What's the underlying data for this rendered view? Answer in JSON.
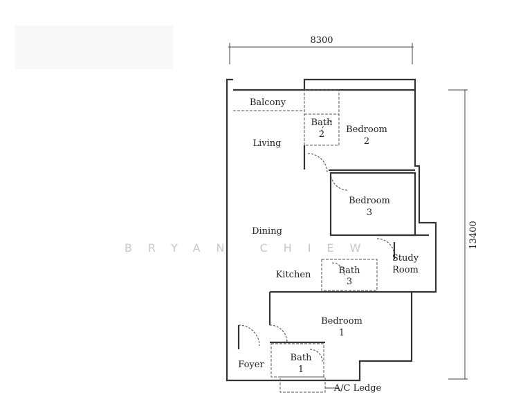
{
  "dimensions": {
    "width": "8300",
    "depth": "13400"
  },
  "watermark": "BRYAN CHIEW",
  "rooms": {
    "balcony": "Balcony",
    "living": "Living",
    "bath2_a": "Bath",
    "bath2_b": "2",
    "bedroom2_a": "Bedroom",
    "bedroom2_b": "2",
    "bedroom3_a": "Bedroom",
    "bedroom3_b": "3",
    "dining": "Dining",
    "study_a": "Study",
    "study_b": "Room",
    "kitchen": "Kitchen",
    "bath3_a": "Bath",
    "bath3_b": "3",
    "bedroom1_a": "Bedroom",
    "bedroom1_b": "1",
    "foyer": "Foyer",
    "bath1_a": "Bath",
    "bath1_b": "1",
    "ac_ledge": "A/C Ledge"
  }
}
